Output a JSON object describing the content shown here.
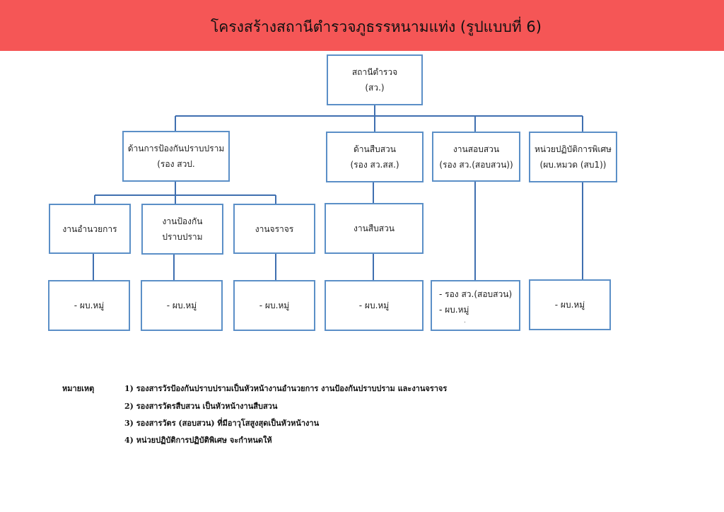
{
  "title": "โครงสร้างสถานีตำรวจภูธรรหนามแท่ง (รูปแบบที่ 6)",
  "colors": {
    "banner": "#f55656",
    "border": "#5b8fc7",
    "line": "#3f6fb0"
  },
  "nodes": {
    "root": {
      "line1": "สถานีตำรวจ",
      "line2": "(สว.)"
    },
    "prevention": {
      "line1": "ด้านการป้องกันปราบปราม",
      "line2": "(รอง สวป."
    },
    "investigation_dept": {
      "line1": "ด้านสืบสวน",
      "line2": "(รอง สว.สส.)"
    },
    "inquiry_dept": {
      "line1": "งานสอบสวน",
      "line2": "(รอง สว.(สอบสวน))"
    },
    "special_ops": {
      "line1": "หน่วยปฏิบัติการพิเศษ",
      "line2": "(ผบ.หมวด (สบ1))"
    },
    "admin": {
      "line1": "งานอำนวยการ"
    },
    "suppression": {
      "line1": "งานป้องกัน",
      "line2": "ปราบปราม"
    },
    "traffic": {
      "line1": "งานจราจร"
    },
    "investigation_work": {
      "line1": "งานสืบสวน"
    },
    "leaf_admin": {
      "line1": "- ผบ.หมู่"
    },
    "leaf_suppression": {
      "line1": "- ผบ.หมู่"
    },
    "leaf_traffic": {
      "line1": "- ผบ.หมู่"
    },
    "leaf_investigation": {
      "line1": "- ผบ.หมู่"
    },
    "leaf_inquiry": {
      "line1": "- รอง สว.(สอบสวน)",
      "line2": "- ผบ.หมู่",
      "line3": "."
    },
    "leaf_special": {
      "line1": "- ผบ.หมู่"
    }
  },
  "notes": {
    "label": "หมายเหตุ",
    "items": [
      "1) รองสารวัรป้องกันปราบปรามเป็นหัวหน้างานอำนวยการ งานป้องกันปราบปราม และงานจราจร",
      "2) รองสารวัตรสืบสวน เป็นหัวหน้างานสืบสวน",
      "3) รองสารวัตร (สอบสวน) ที่มีอาวุโสสูงสุดเป็นหัวหน้างาน",
      "4) หน่วยปฏิบัติการปฏิบัติพิเศษ จะกำหนดให้"
    ]
  }
}
